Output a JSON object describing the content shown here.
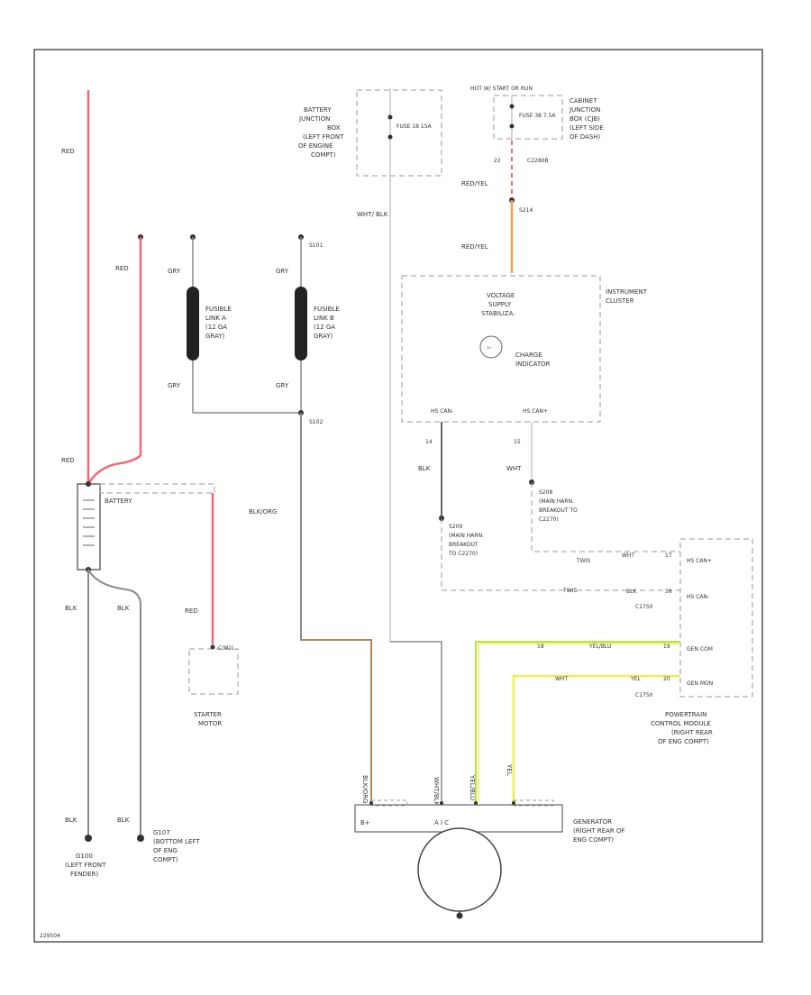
{
  "colors": {
    "red": "#f06a74",
    "orange": "#f6a04a",
    "tan": "#b4855a",
    "yellow": "#eeee55",
    "green_yellow": "#b8e04a",
    "gray": "#8a8a8a",
    "light_gray": "#c8c8c8",
    "dash": "#9a9a9a",
    "black": "#333333"
  },
  "power": {
    "hot_label": "HOT W/ START OR RUN",
    "fuse18": "FUSE 18 15A",
    "fuse38": "FUSE 38 7.5A",
    "battery_jbox": [
      "BATTERY",
      "JUNCTION",
      "BOX",
      "(LEFT FRONT",
      "OF ENGINE",
      "COMPT)"
    ],
    "cabinet_jbox": [
      "CABINET",
      "JUNCTION",
      "BOX (CJB)",
      "(LEFT SIDE",
      "OF DASH)"
    ]
  },
  "connectors": {
    "c2280b": "C2280B",
    "pin22": "22",
    "s214": "S214",
    "s101": "S101",
    "s102": "S102",
    "c1": "C(M)1",
    "c1750": "C1750",
    "c1750b": "C1750",
    "pin14": "14",
    "pin15": "15",
    "pin16": "16",
    "pin17": "17",
    "pin18": "18",
    "pin19": "19",
    "pin20": "20",
    "g100": [
      "G100",
      "(LEFT FRONT",
      "FENDER)"
    ],
    "g107": [
      "G107",
      "(BOTTOM LEFT",
      "OF ENG",
      "COMPT)"
    ]
  },
  "wires": {
    "red": "RED",
    "gry": "GRY",
    "blk": "BLK",
    "wht": "WHT",
    "wht_blk": "WHT/ BLK",
    "red_yel": "RED/YEL",
    "blk_org": "BLK/ORG",
    "yel": "YEL",
    "yel_blu": "YEL/BLU",
    "wht_lbl": "WHT",
    "wht_blk_v": "WHT/BLK",
    "blk_org_v": "BLK/ORG",
    "yel_blu_v": "YEL/BLU",
    "yel_v": "YEL"
  },
  "components": {
    "fusible_a": [
      "FUSIBLE",
      "LINK A",
      "(12 GA",
      "GRAY)"
    ],
    "fusible_b": [
      "FUSIBLE",
      "LINK B",
      "(12 GA",
      "GRAY)"
    ],
    "battery": "BATTERY",
    "starter": [
      "STARTER",
      "MOTOR"
    ],
    "cluster": [
      "INSTRUMENT",
      "CLUSTER"
    ],
    "voltage_supply": [
      "VOLTAGE",
      "SUPPLY",
      "STABILIZA."
    ],
    "charge_indicator": [
      "CHARGE",
      "INDICATOR"
    ],
    "hs_can_minus_a": "HS CAN-",
    "hs_can_plus_a": "HS CAN+",
    "s208": [
      "S208",
      "(MAIN HARN.",
      "BREAKOUT TO",
      "C2270)"
    ],
    "s209": [
      "S209",
      "(MAIN HARN.",
      "BREAKOUT",
      "TO C2270)"
    ],
    "pcm_can_plus": "HS CAN+",
    "pcm_can_minus": "HS CAN-",
    "gen_com": "GEN COM",
    "gen_mon": "GEN MON",
    "pcm": [
      "POWERTRAIN",
      "CONTROL MODULE",
      "(RIGHT REAR",
      "OF ENG COMPT)"
    ],
    "generator": [
      "GENERATOR",
      "(RIGHT REAR OF",
      "ENG COMPT)"
    ],
    "gen_b_plus": "B+",
    "gen_pins": "A  I  C",
    "twisted_1": "TWIS",
    "twisted_2": "TWIS",
    "footer_code": "229504"
  }
}
